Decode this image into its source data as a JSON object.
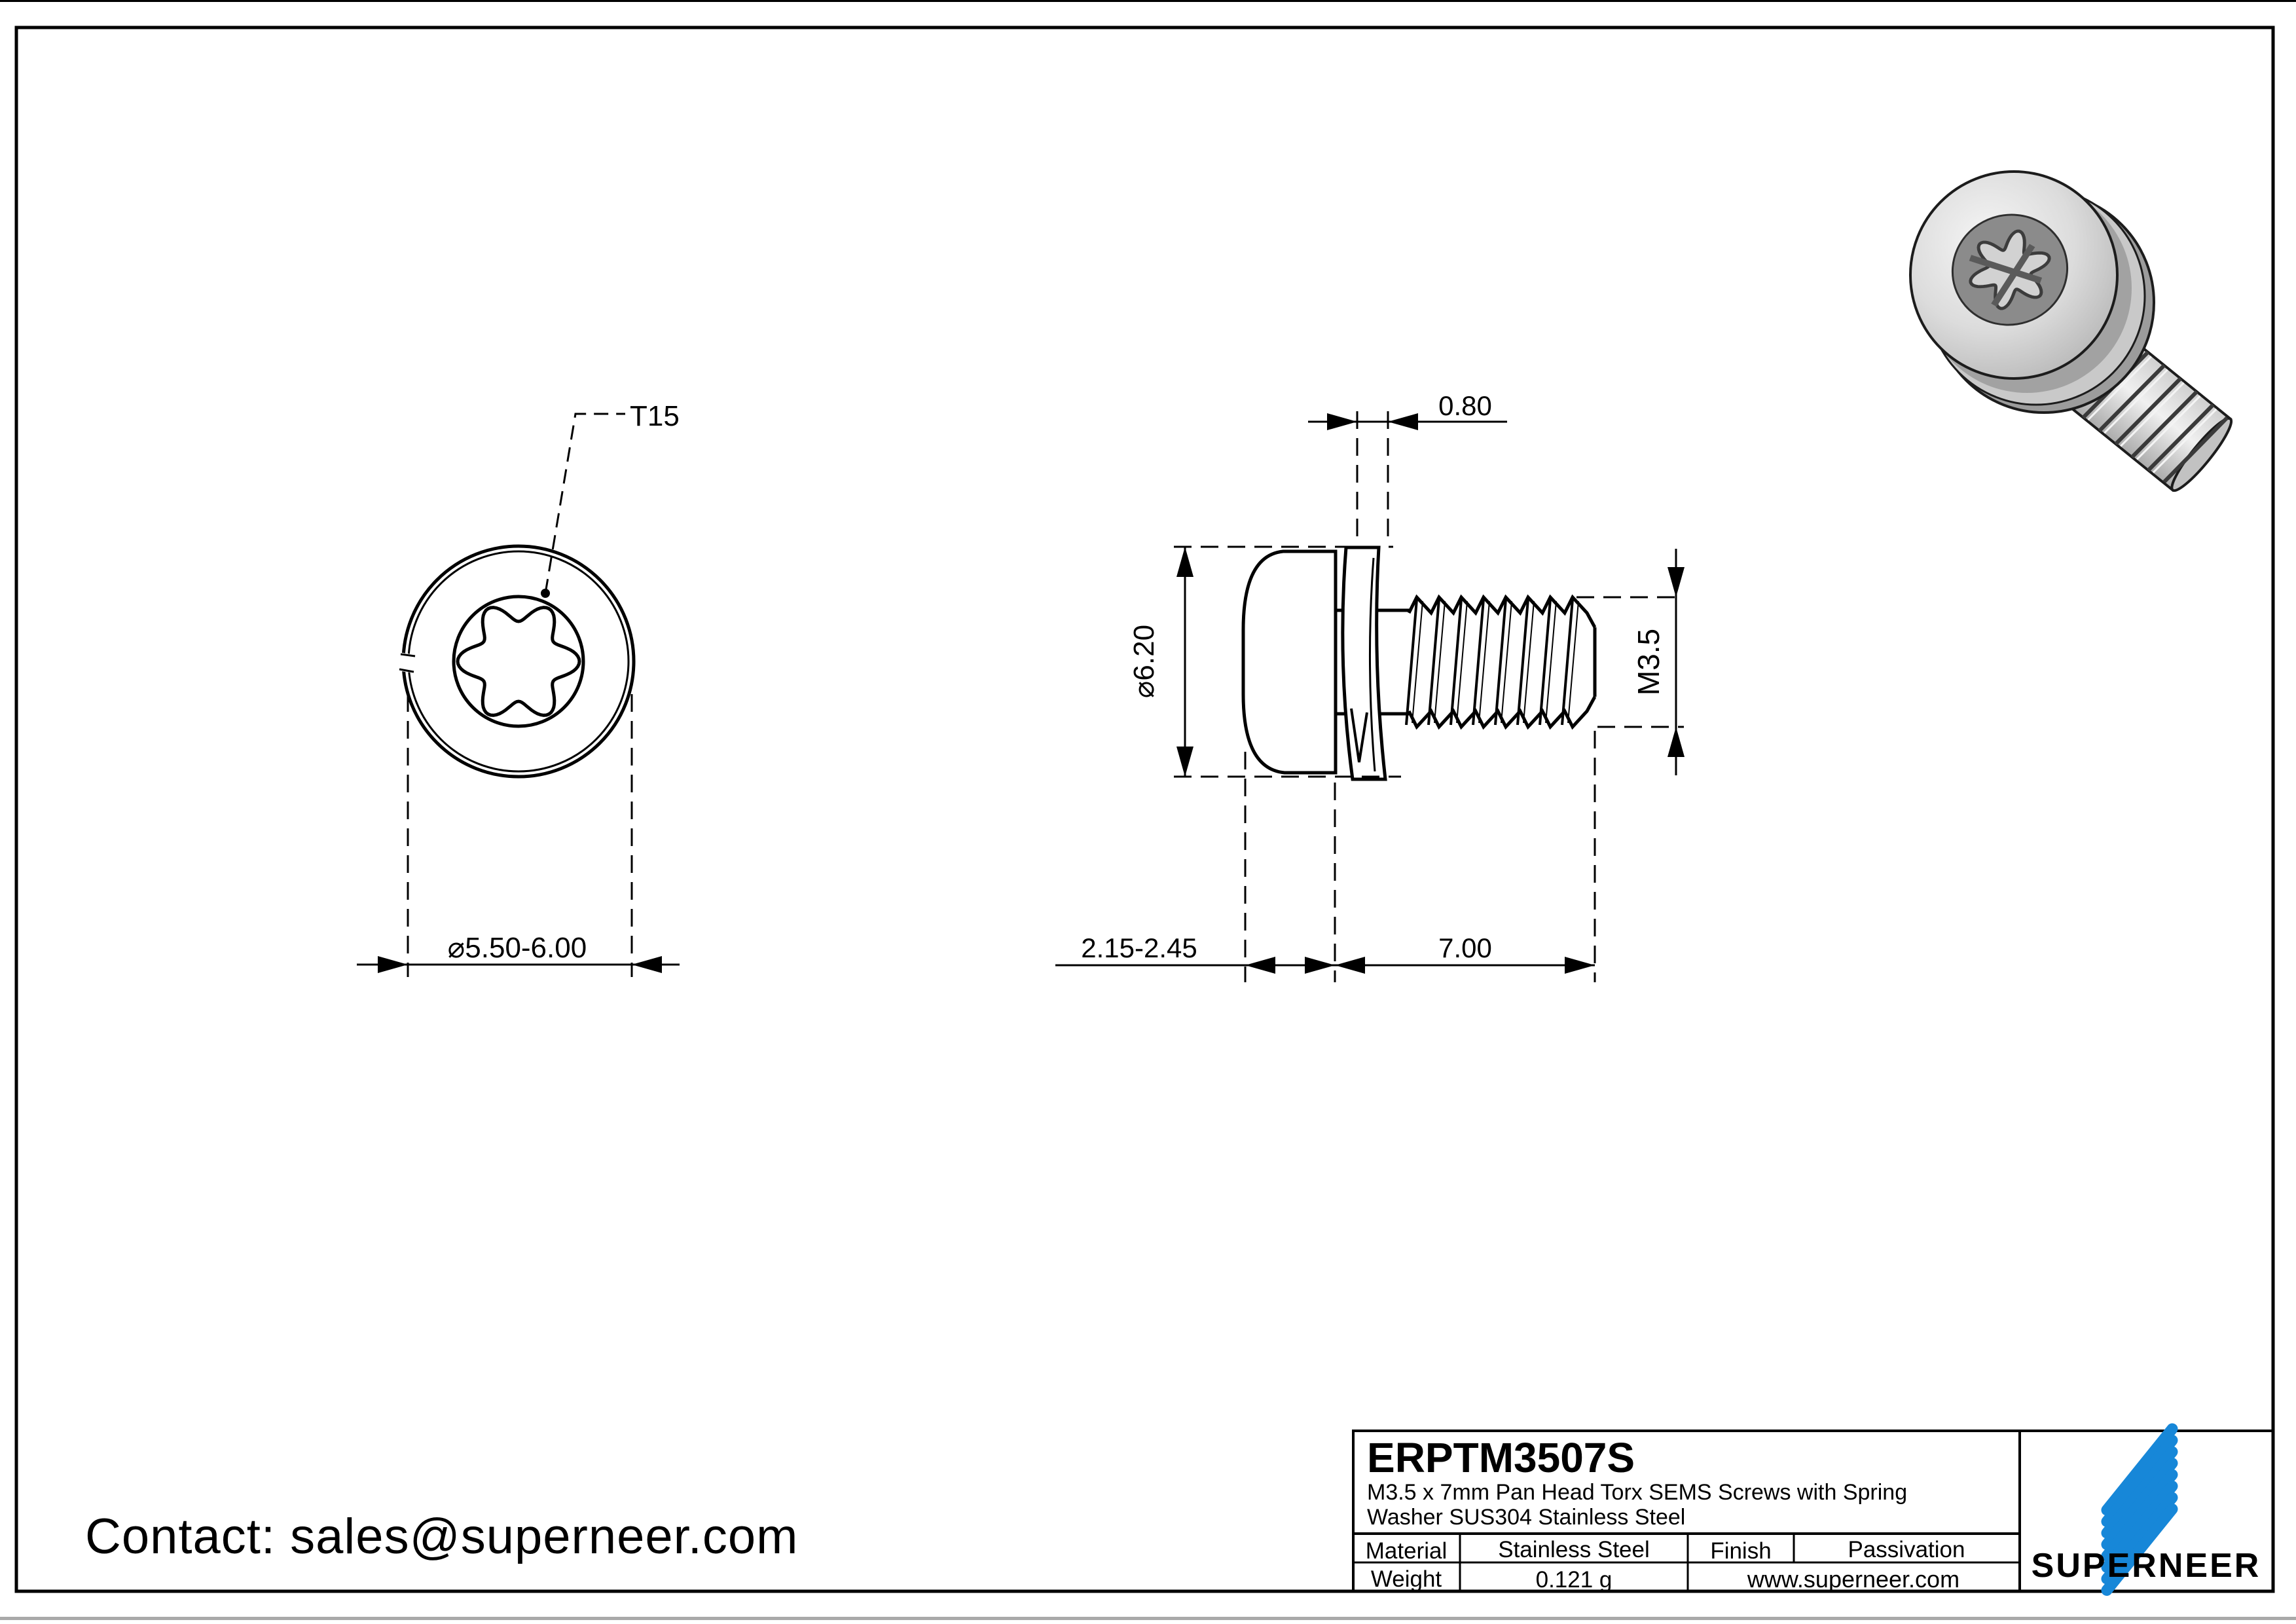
{
  "drawing": {
    "views": {
      "front": {
        "torx_label": "T15",
        "head_diameter_range": "⌀5.50-6.00"
      },
      "side": {
        "washer_thickness": "0.80",
        "head_diameter": "⌀6.20",
        "thread_size": "M3.5",
        "head_height_range": "2.15-2.45",
        "thread_length": "7.00"
      }
    },
    "contact": "Contact: sales@superneer.com",
    "title_block": {
      "part_number": "ERPTM3507S",
      "description_line1": "M3.5 x 7mm Pan Head Torx SEMS Screws with Spring",
      "description_line2": "Washer SUS304 Stainless Steel",
      "material_label": "Material",
      "material_value": "Stainless Steel",
      "finish_label": "Finish",
      "finish_value": "Passivation",
      "weight_label": "Weight",
      "weight_value": "0.121 g",
      "website": "www.superneer.com",
      "brand": "SUPERNEER"
    },
    "colors": {
      "brand_blue": "#1787d8",
      "line_black": "#000000",
      "sheet_edge_gray": "#a9a9a9"
    }
  }
}
